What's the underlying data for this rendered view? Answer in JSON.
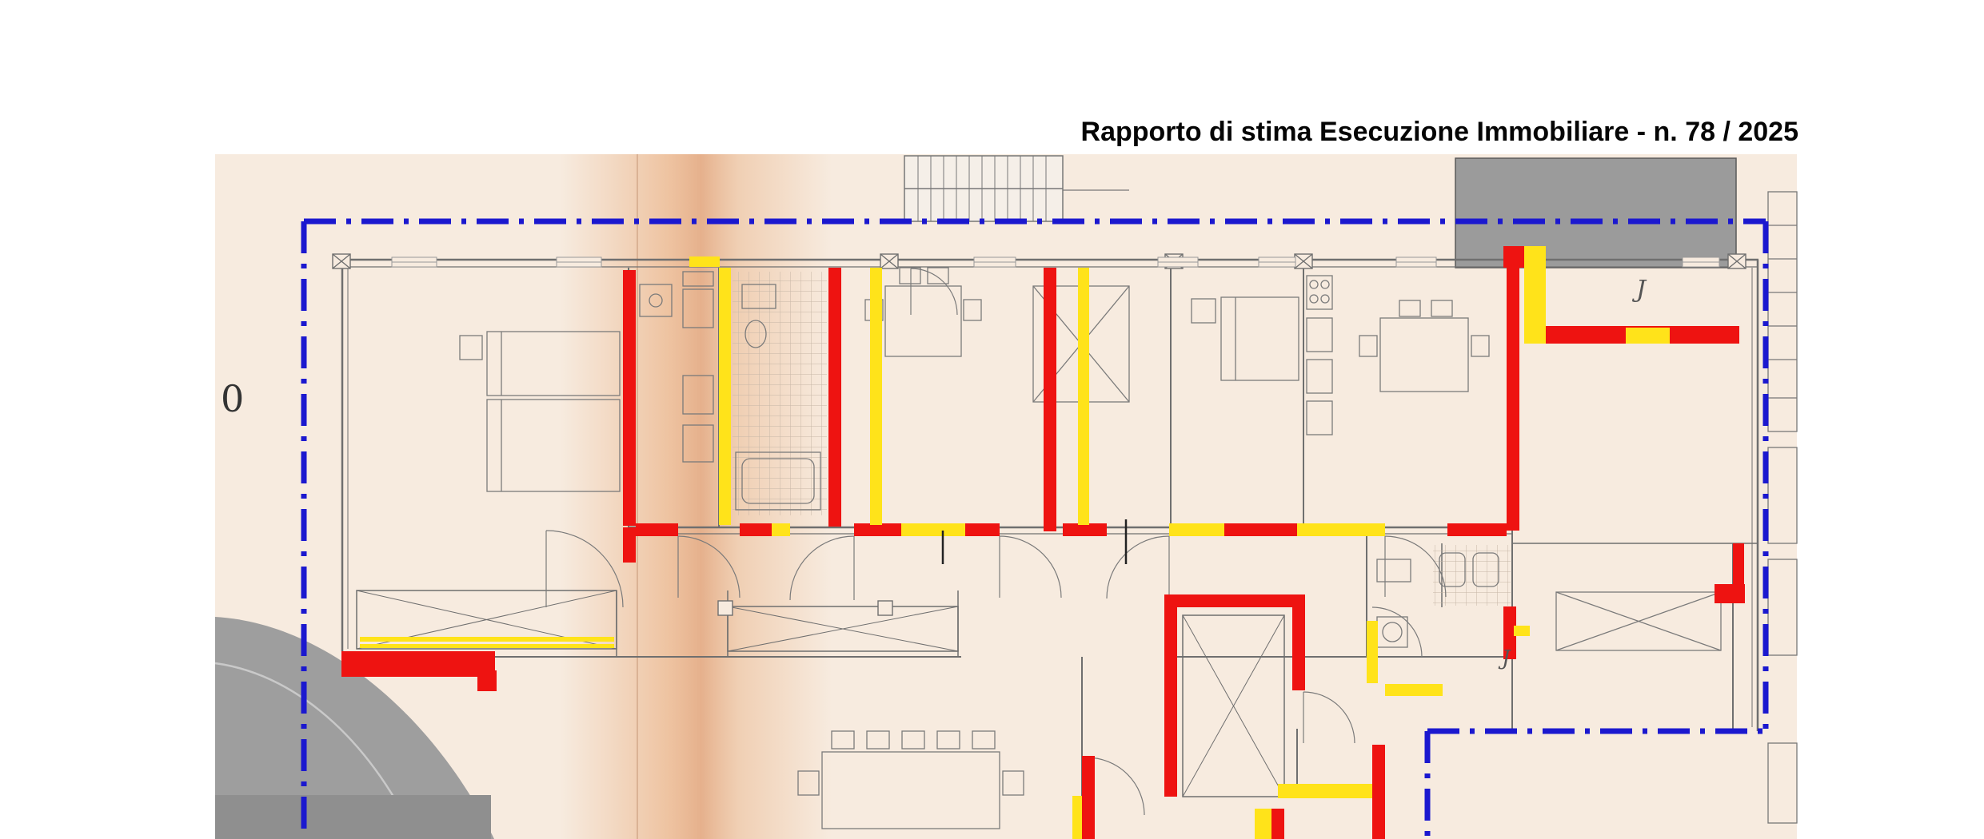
{
  "header": {
    "title": "Rapporto di stima Esecuzione Immobiliare - n. 78 / 2025"
  },
  "plan": {
    "scale_label": "0",
    "marks": [
      "J",
      "J"
    ]
  },
  "colors": {
    "wall_red": "#ee1311",
    "wall_yellow": "#ffe31a",
    "boundary_blue": "#1b18cf",
    "paper": "#f7ebdf",
    "gray_zone": "#9b9b9b",
    "line_gray": "#6f6f6f"
  }
}
